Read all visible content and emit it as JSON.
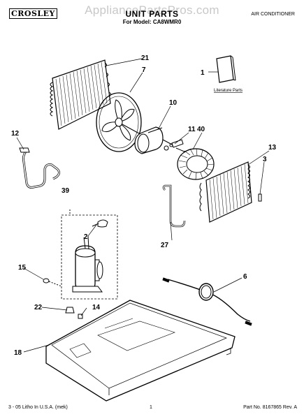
{
  "header": {
    "brand": "CROSLEY",
    "watermark": "AppliancePartsPros.com",
    "title": "UNIT PARTS",
    "model_line": "For Model: CA8WMR0",
    "category": "AIR CONDITIONER"
  },
  "literature_label": "Literature Parts",
  "callouts": [
    "21",
    "7",
    "1",
    "10",
    "11",
    "40",
    "12",
    "13",
    "3",
    "39",
    "2",
    "27",
    "15",
    "6",
    "22",
    "14",
    "18"
  ],
  "footer": {
    "left": "3 - 05 Litho In U.S.A. (mek)",
    "page": "1",
    "part": "Part No. 8167865 Rev. A"
  }
}
